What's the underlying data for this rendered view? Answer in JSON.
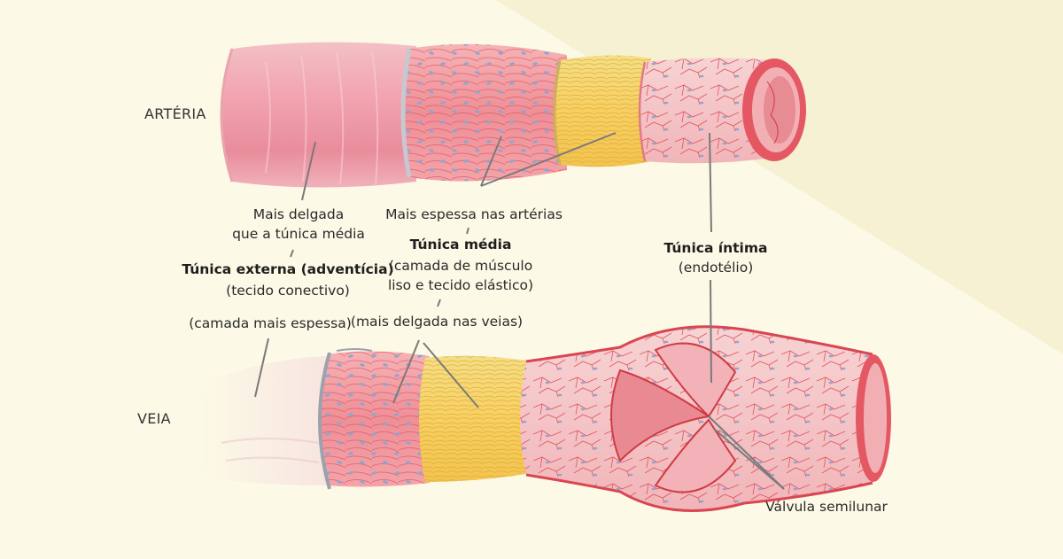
{
  "labels": {
    "arteria": "ARTÉRIA",
    "veia": "VEIA",
    "externa_note_1": "Mais delgada",
    "externa_note_2": "que a túnica média",
    "externa_title": "Túnica externa (adventícia)",
    "externa_sub": "(tecido conectivo)",
    "externa_thick": "(camada mais espessa)",
    "media_note": "Mais espessa nas artérias",
    "media_title": "Túnica média",
    "media_sub_1": "(camada de músculo",
    "media_sub_2": "liso e tecido elástico)",
    "media_thin": "(mais delgada nas veias)",
    "intima_title": "Túnica íntima",
    "intima_sub": "(endotélio)",
    "valvula": "Válvula semilunar"
  },
  "colors": {
    "background": "#fcf9e6",
    "background_band": "#f6f1d2",
    "adventitia": "#ee9aa6",
    "media_muscle": "#ef8f97",
    "elastic_yellow": "#f7d86a",
    "intima": "#f4b8bc",
    "vessel_red": "#cf3b45",
    "nuclei": "#7f9ec8",
    "leader_line": "#7a7a7a"
  }
}
